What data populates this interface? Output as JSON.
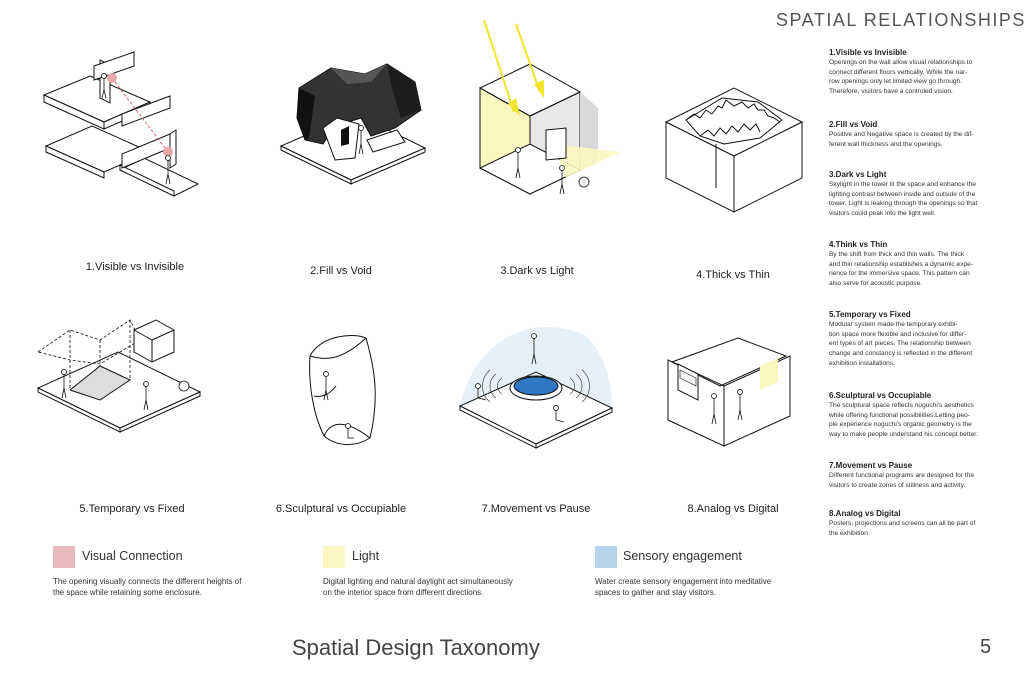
{
  "header": {
    "title": "SPATIAL RELATIONSHIPS"
  },
  "colors": {
    "visual_connection": "#e9b8bd",
    "light": "#fbf7c4",
    "sensory": "#b8d3ee"
  },
  "figures": [
    {
      "caption": "1.Visible vs Invisible",
      "icon": "stacked-floors-visual-line-icon"
    },
    {
      "caption": "2.Fill vs Void",
      "icon": "dark-cave-room-icon"
    },
    {
      "caption": "3.Dark vs Light",
      "icon": "skylight-tower-icon"
    },
    {
      "caption": "4.Thick vs Thin",
      "icon": "thick-wall-void-icon"
    },
    {
      "caption": "5.Temporary vs Fixed",
      "icon": "modular-frame-icon"
    },
    {
      "caption": "6.Sculptural vs Occupiable",
      "icon": "sculptural-shell-icon"
    },
    {
      "caption": "7.Movement vs Pause",
      "icon": "fountain-pause-icon"
    },
    {
      "caption": "8.Analog vs Digital",
      "icon": "gallery-screen-icon"
    }
  ],
  "descriptions": [
    {
      "title": "1.Visible vs Invisible",
      "lines": [
        "Openings on the wall allow visual relationships to",
        "connect different floors vertically. While the nar-",
        "row openings only let limited view go through.",
        "Therefore, visitors have a controled vision."
      ]
    },
    {
      "title": "2.Fill vs Void",
      "lines": [
        "Positive and Negative space is created by the dif-",
        "ferent wall thickness and the openings."
      ]
    },
    {
      "title": "3.Dark vs Light",
      "lines": [
        "Skylight in the tower lit the space and enhance the",
        "lighting contrast between inside and outside of the",
        "tower. Light is leaking through the openings so that",
        "visitors could peak into the light well."
      ]
    },
    {
      "title": "4.Think vs Thin",
      "lines": [
        "By the shift from thick and thin walls. The thick",
        "and thin relationship establishes a dynamic expe-",
        "rience for the immersive space. This pattern can",
        "also serve for acoustic purpose."
      ]
    },
    {
      "title": "5.Temporary vs Fixed",
      "lines": [
        "Modular system made the temporary exhibi-",
        "tion space more flexible and inclusive for differ-",
        "ent types of art pieces. The relationship between",
        "change and constancy is reflected in the different",
        "exhibition installations."
      ]
    },
    {
      "title": "6.Sculptural vs Occupiable",
      "lines": [
        "The sculptural space reflects noguchi's aesthetics",
        "while offering functional possibilities.Letting peo-",
        "ple experience noguchi's organic geometry is the",
        "way to make people understand his concept better."
      ]
    },
    {
      "title": "7.Movement vs Pause",
      "lines": [
        "Different functional programs are designed for the",
        "visitors to create zones of stillness and activity."
      ]
    },
    {
      "title": "8.Analog vs Digital",
      "lines": [
        "Posters, projections and screens can all be part of",
        "the exhibition"
      ]
    }
  ],
  "legend": [
    {
      "label": "Visual Connection",
      "lines": [
        "The opening visually connects the different heights of",
        "the space while retaining some enclosure."
      ]
    },
    {
      "label": "Light",
      "lines": [
        "Digital lighting and natural daylight act simultaneously",
        "on the interior space from different directions."
      ]
    },
    {
      "label": "Sensory engagement",
      "lines": [
        "Water create sensory engagement into meditative",
        "spaces to gather and stay visitors."
      ]
    }
  ],
  "footer": {
    "title": "Spatial Design Taxonomy",
    "page": "5"
  }
}
